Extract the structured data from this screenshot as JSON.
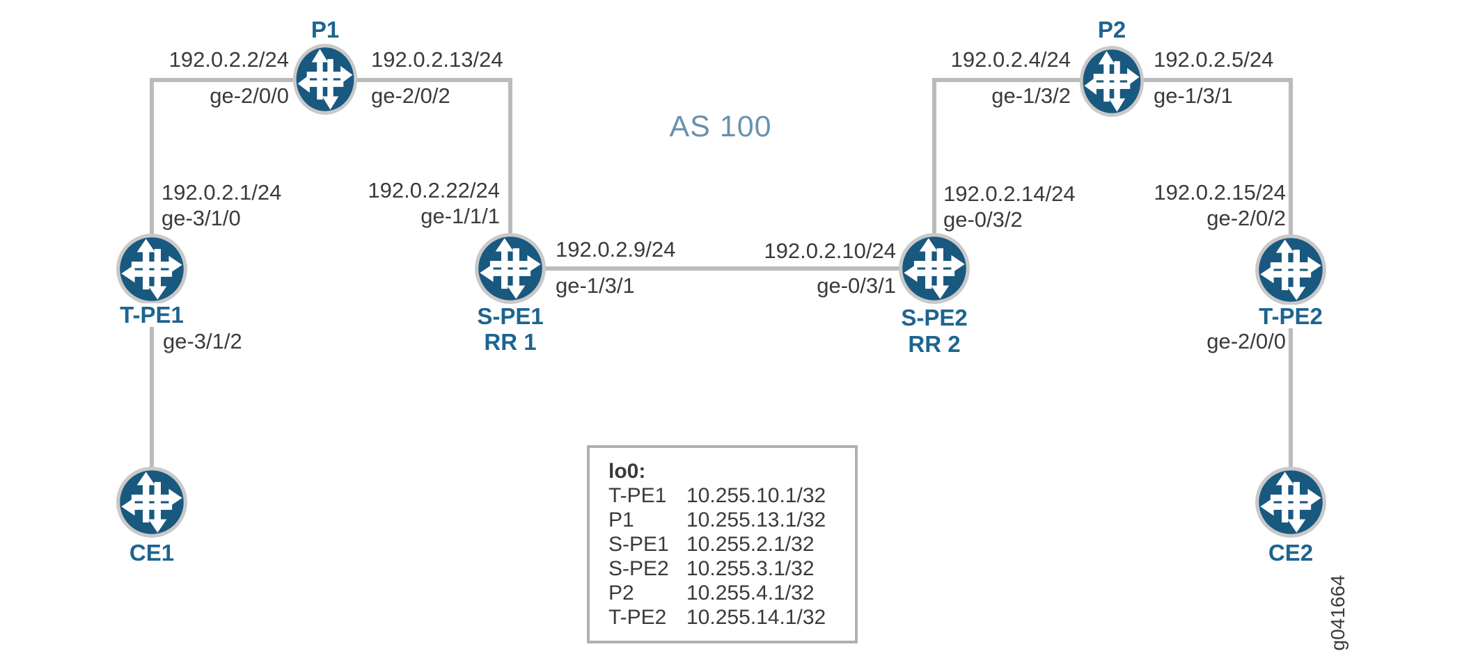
{
  "as_label": "AS 100",
  "figure_id": "g041664",
  "colors": {
    "node_fill": "#19587f",
    "node_ring": "#c9c9c9",
    "node_label_blue": "#1d6490",
    "as_label_blue": "#6992ad",
    "link_gray": "#bbbbbb",
    "text_dark": "#3b3a39",
    "box_border_gray": "#b0b0b0"
  },
  "nodes": {
    "p1": {
      "label": "P1"
    },
    "p2": {
      "label": "P2"
    },
    "tpe1": {
      "label": "T-PE1"
    },
    "spe1": {
      "label": "S-PE1",
      "sublabel": "RR 1"
    },
    "spe2": {
      "label": "S-PE2",
      "sublabel": "RR 2"
    },
    "tpe2": {
      "label": "T-PE2"
    },
    "ce1": {
      "label": "CE1"
    },
    "ce2": {
      "label": "CE2"
    }
  },
  "interfaces": {
    "p1_left_ip": "192.0.2.2/24",
    "p1_left_if": "ge-2/0/0",
    "p1_right_ip": "192.0.2.13/24",
    "p1_right_if": "ge-2/0/2",
    "tpe1_up_ip": "192.0.2.1/24",
    "tpe1_up_if": "ge-3/1/0",
    "tpe1_down_if": "ge-3/1/2",
    "spe1_up_ip": "192.0.2.22/24",
    "spe1_up_if": "ge-1/1/1",
    "spe1_right_ip": "192.0.2.9/24",
    "spe1_right_if": "ge-1/3/1",
    "spe2_left_ip": "192.0.2.10/24",
    "spe2_left_if": "ge-0/3/1",
    "spe2_up_ip": "192.0.2.14/24",
    "spe2_up_if": "ge-0/3/2",
    "p2_left_ip": "192.0.2.4/24",
    "p2_left_if": "ge-1/3/2",
    "p2_right_ip": "192.0.2.5/24",
    "p2_right_if": "ge-1/3/1",
    "tpe2_up_ip": "192.0.2.15/24",
    "tpe2_up_if": "ge-2/0/2",
    "tpe2_down_if": "ge-2/0/0"
  },
  "loopbacks": {
    "title": "lo0:",
    "rows": [
      {
        "device": "T-PE1",
        "address": "10.255.10.1/32"
      },
      {
        "device": "P1",
        "address": "10.255.13.1/32"
      },
      {
        "device": "S-PE1",
        "address": "10.255.2.1/32"
      },
      {
        "device": "S-PE2",
        "address": "10.255.3.1/32"
      },
      {
        "device": "P2",
        "address": "10.255.4.1/32"
      },
      {
        "device": "T-PE2",
        "address": "10.255.14.1/32"
      }
    ]
  }
}
